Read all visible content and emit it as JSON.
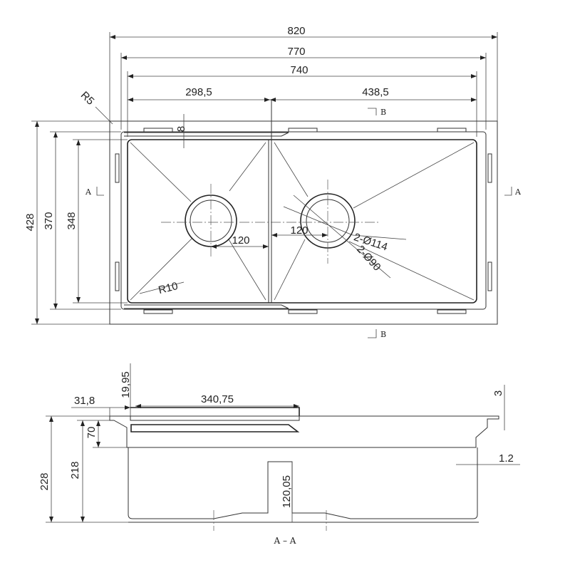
{
  "plan_view": {
    "overall_width": "820",
    "outer_width": "770",
    "inner_width": "740",
    "left_bowl_width": "298,5",
    "right_bowl_width": "438,5",
    "corner_radius_outer": "R5",
    "corner_radius_inner": "R10",
    "overall_depth": "428",
    "outer_depth": "370",
    "inner_depth": "348",
    "drain_offset_left": "120",
    "drain_offset_right": "120",
    "drain_outer_diameter": "2-Ø114",
    "drain_inner_diameter": "2-Ø90",
    "ledge_height": "8",
    "section_a_left": "A",
    "section_a_right": "A",
    "section_b_top": "B",
    "section_b_bottom": "B"
  },
  "section_view": {
    "flange_width": "31,8",
    "accessory_height": "19,95",
    "shelf_length": "340,75",
    "lip_height": "3",
    "ledge_depth": "70",
    "total_height": "228",
    "bowl_height": "218",
    "divider_height": "120,05",
    "wall_thickness": "1.2",
    "section_label": "A – A"
  }
}
